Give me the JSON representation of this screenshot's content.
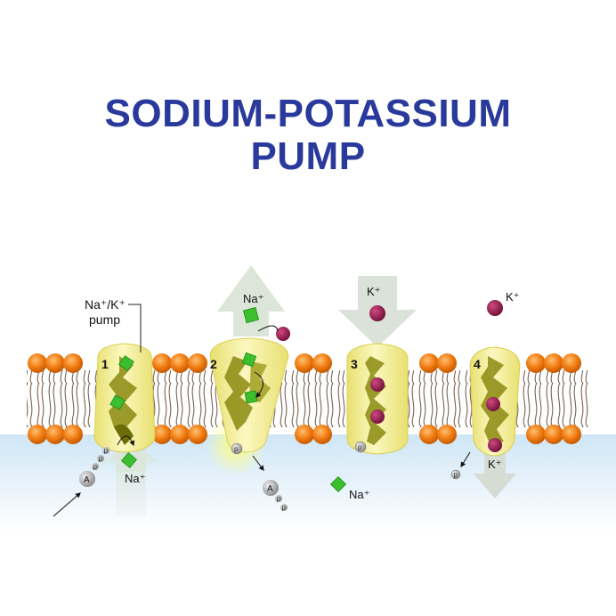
{
  "title": {
    "line1": "SODIUM-POTASSIUM",
    "line2": "PUMP"
  },
  "pump_label": {
    "line1": "Na⁺/K⁺",
    "line2": "pump"
  },
  "steps": [
    "1",
    "2",
    "3",
    "4"
  ],
  "ions": {
    "na": "Na⁺",
    "k": "K⁺"
  },
  "atp": {
    "a": "A",
    "p": "p",
    "p_circle": "p"
  },
  "colors": {
    "title": "#2a3a9c",
    "lipid_head": "#f07a10",
    "pump": "#f3ee90",
    "pump_channel": "#8a8a10",
    "sodium": "#3cbf2e",
    "potassium": "#8e1a4e",
    "cytoplasm": "#d6ecf8"
  },
  "icons": [
    "arrow-up-icon",
    "arrow-down-icon",
    "sodium-ion-icon",
    "potassium-ion-icon",
    "atp-icon",
    "phosphate-icon"
  ]
}
